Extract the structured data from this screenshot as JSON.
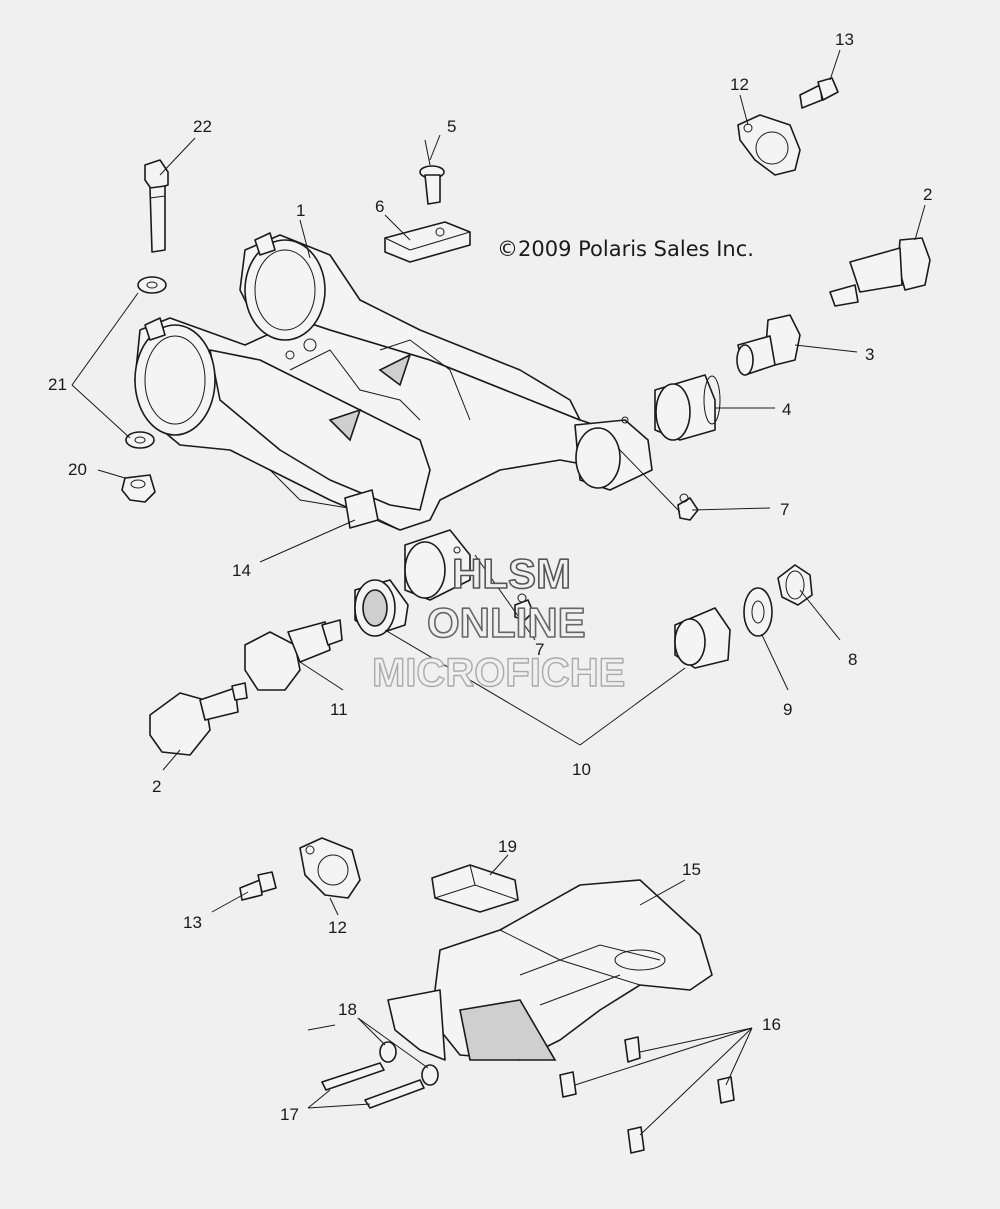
{
  "copyright": "©2009 Polaris Sales Inc.",
  "watermark": {
    "line1": "HLSM",
    "line2": "ONLINE",
    "line3": "MICROFICHE"
  },
  "callouts": {
    "c1": "1",
    "c2a": "2",
    "c2b": "2",
    "c3": "3",
    "c4": "4",
    "c5": "5",
    "c6": "6",
    "c7a": "7",
    "c7b": "7",
    "c8": "8",
    "c9": "9",
    "c10": "10",
    "c11": "11",
    "c12a": "12",
    "c12b": "12",
    "c13a": "13",
    "c13b": "13",
    "c14": "14",
    "c15": "15",
    "c16": "16",
    "c17": "17",
    "c18": "18",
    "c19": "19",
    "c20": "20",
    "c21": "21",
    "c22": "22"
  },
  "colors": {
    "line": "#1a1a1a",
    "background": "#f0f0f0",
    "part_fill": "#f4f4f4"
  }
}
